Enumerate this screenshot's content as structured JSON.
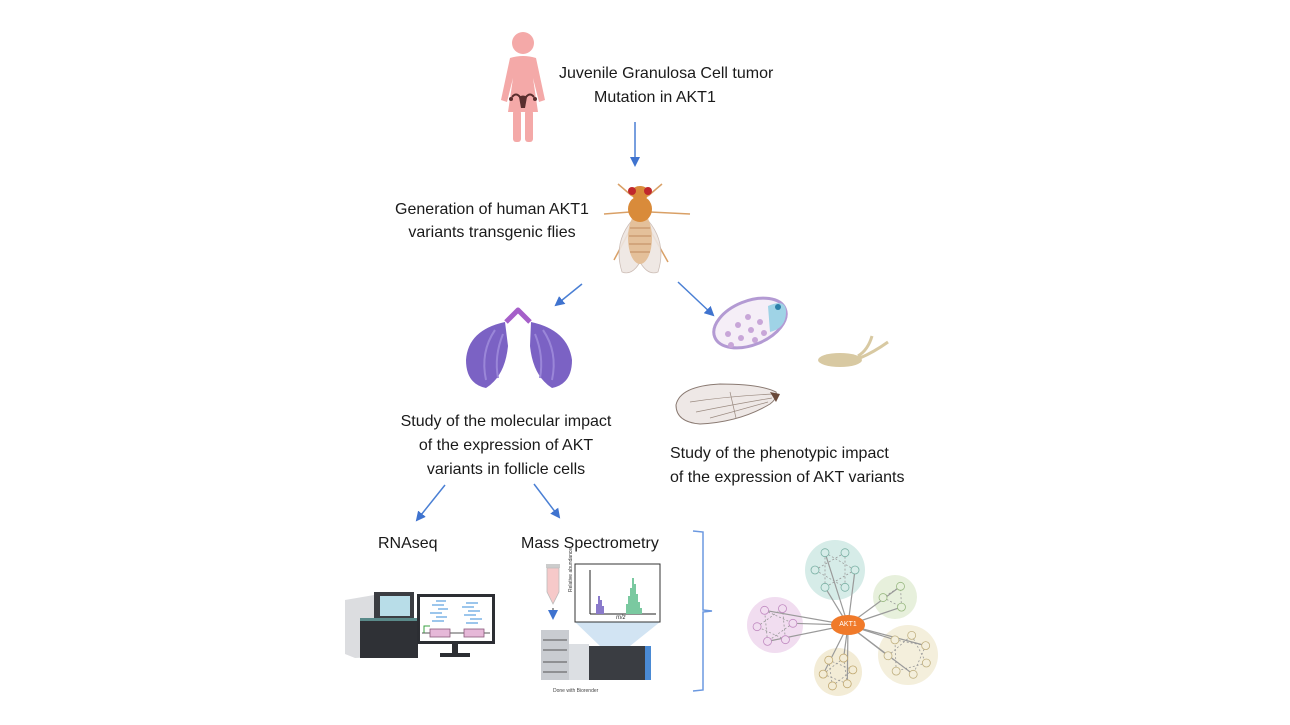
{
  "title_block": {
    "line1": "Juvenile Granulosa Cell tumor",
    "line2": "Mutation in AKT1"
  },
  "generation": {
    "line1": "Generation of human AKT1",
    "line2": "variants transgenic flies"
  },
  "molecular": {
    "line1": "Study of the molecular impact",
    "line2": "of the expression of AKT",
    "line3": "variants in follicle cells"
  },
  "phenotypic": {
    "line1": "Study of the phenotypic impact",
    "line2": "of the expression of AKT variants"
  },
  "methods": {
    "rnaseq": "RNAseq",
    "mass_spec": "Mass Spectrometry"
  },
  "ms_chart": {
    "ylabel": "Relative abundance",
    "xlabel": "m/z"
  },
  "credit": "Done with Biorender",
  "network": {
    "hub_label": "AKT1"
  },
  "colors": {
    "arrow": "#4a7fd4",
    "woman": "#f4a9a8",
    "ovary": "#7b62c4",
    "hub": "#f07a2a",
    "cluster_teal": "#d6ece8",
    "cluster_pink": "#f1ddf0",
    "cluster_green": "#e7f0dc",
    "cluster_yellow": "#f3ecd6",
    "cluster_beige": "#f4efdc"
  },
  "icons": [
    "woman-uterus-icon",
    "fruit-fly-icon",
    "ovaries-icon",
    "egg-chamber-icon",
    "fly-egg-icon",
    "fly-wing-icon",
    "sequencer-icon",
    "computer-monitor-icon",
    "tube-icon",
    "mass-spectrometer-icon",
    "protein-network-icon"
  ]
}
